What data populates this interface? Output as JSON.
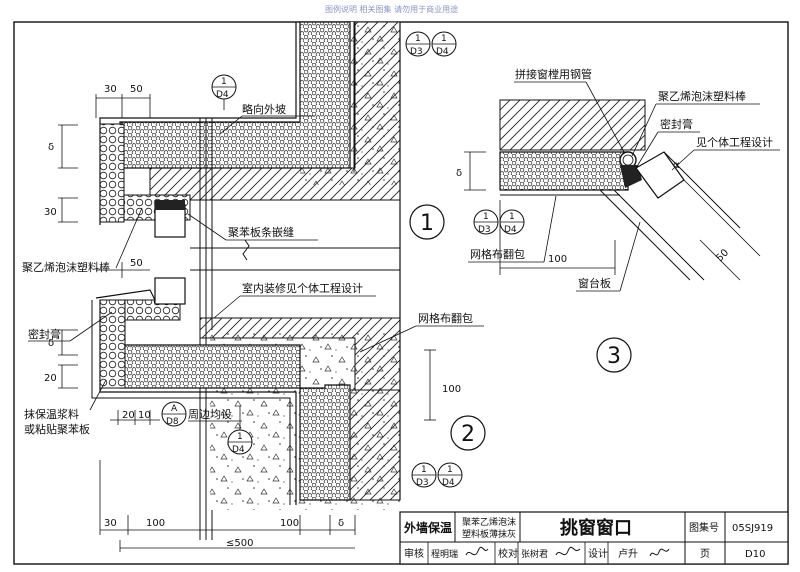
{
  "top_note": "图例说明 相关图集 请勿用于商业用途",
  "labels": {
    "outward_slope": "略向外坡",
    "pe_rod_left": "聚乙烯泡沫塑料棒",
    "eps_strip_joint": "聚苯板条嵌缝",
    "interior_finish": "室内装修见个体工程设计",
    "sealant_left": "密封膏",
    "mesh_wrap_mid": "网格布翻包",
    "insul_mortar_1": "抹保温浆料",
    "insul_mortar_2": "或粘贴聚苯板",
    "all_around": "周边均设",
    "steel_tube": "拼接窗樘用钢管",
    "pe_rod_right": "聚乙烯泡沫塑料棒",
    "sealant_right": "密封膏",
    "see_design": "见个体工程设计",
    "mesh_wrap_right": "网格布翻包",
    "sill": "窗台板",
    "alpha": "α"
  },
  "refs": {
    "a_top": "1",
    "a_bot": "D4",
    "b_top": "1",
    "b_bot": "D3",
    "c_top": "1",
    "c_bot": "D4",
    "d_top": "A",
    "d_bot": "D8",
    "e_top": "1",
    "e_bot": "D4",
    "f_top": "1",
    "f_bot": "D3",
    "g_top": "1",
    "g_bot": "D4",
    "h_top": "1",
    "h_bot": "D3",
    "i_top": "1",
    "i_bot": "D4"
  },
  "dims": {
    "d30": "30",
    "d50": "50",
    "delta": "δ",
    "d30b": "30",
    "d50b": "50",
    "d20": "20",
    "d20b": "20",
    "d10": "10",
    "d100v": "100",
    "d30c": "30",
    "d100a": "100",
    "d100b": "100",
    "deltab": "δ",
    "d500": "≤500",
    "d100r": "100",
    "d50r": "50",
    "delta_r": "δ"
  },
  "detail_numbers": [
    "1",
    "2",
    "3"
  ],
  "title_block": {
    "category": "外墙保温",
    "material_1": "聚苯乙烯泡沫",
    "material_2": "塑料板薄抹灰",
    "title": "挑窗窗口",
    "atlas_label": "图集号",
    "atlas_no": "05SJ919",
    "review_label": "审核",
    "reviewer": "程明瑞",
    "check_label": "校对",
    "checker": "张树君",
    "design_label": "设计",
    "designer": "卢升",
    "page_label": "页",
    "page_no": "D10"
  }
}
